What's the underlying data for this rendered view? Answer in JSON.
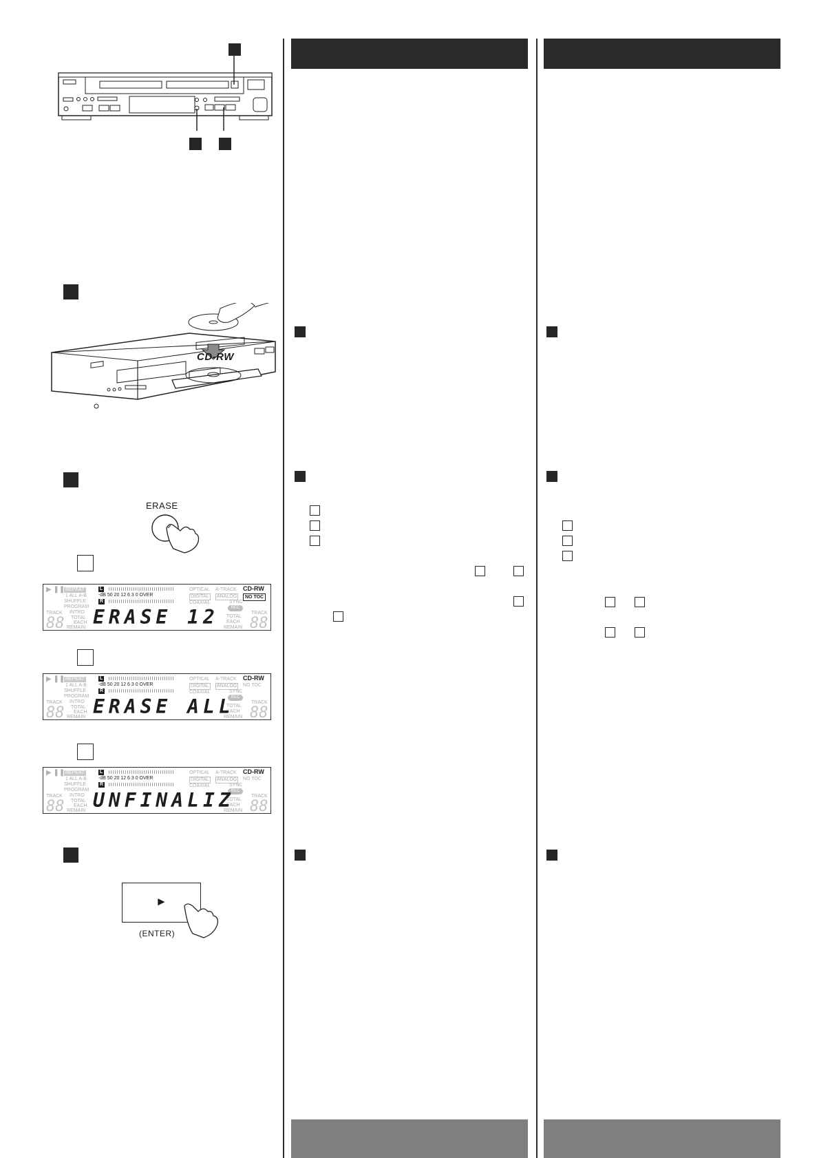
{
  "labels": {
    "cd_rw": "CD-RW",
    "erase": "ERASE",
    "enter": "(ENTER)",
    "play_symbol": "►"
  },
  "lcd_common": {
    "repeat": "REPEAT",
    "all_ab": "1 ALL A-B",
    "shuffle": "SHUFFLE",
    "program": "PROGRAM",
    "intro": "INTRO",
    "track": "TRACK",
    "total": "TOTAL",
    "each": "EACH",
    "remain": "REMAIN",
    "l": "L",
    "r": "R",
    "scale": "-dB  50  20  12   6   3   0 OVER",
    "optical": "OPTICAL",
    "atrack": "A-TRACK",
    "cdrw": "CD-RW",
    "digital": "DIGITAL",
    "analog": "ANALOG",
    "coaxial": "COAXIAL",
    "sync": "SYNC",
    "rec": "REC",
    "no_toc": "NO TOC",
    "digits": "88"
  },
  "lcd_displays": [
    {
      "text": "ERASE 12 "
    },
    {
      "text": "ERASE ALL"
    },
    {
      "text": "UNFINALIZ"
    }
  ]
}
